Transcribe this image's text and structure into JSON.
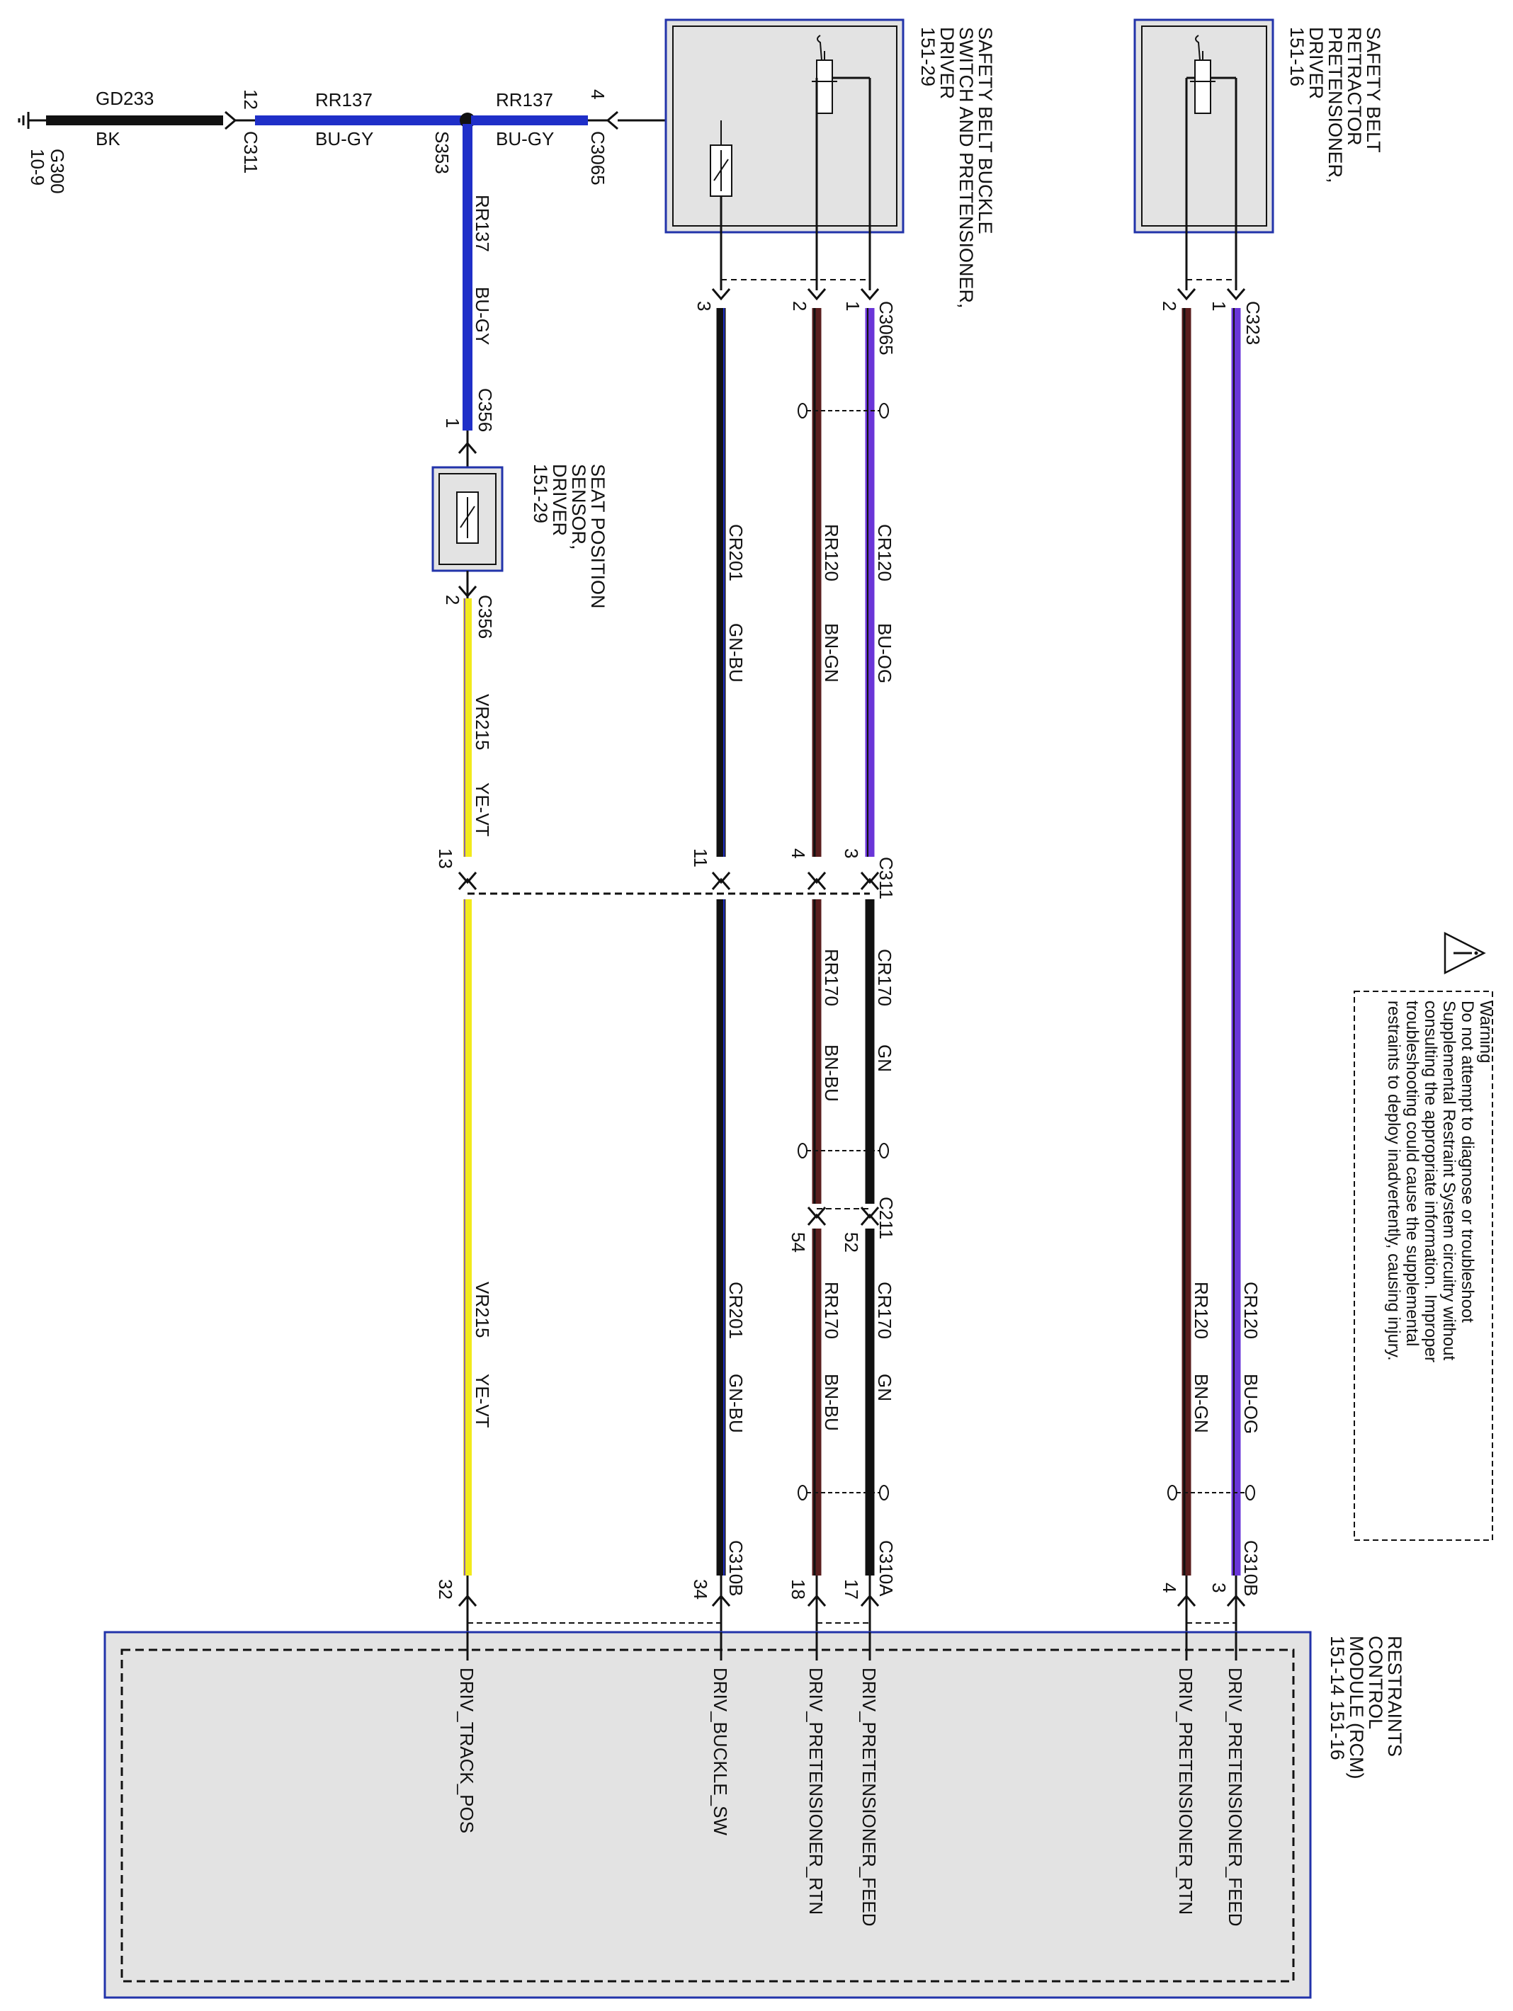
{
  "colors": {
    "black": "#111111",
    "blue": "#1f2fc8",
    "yellow": "#f2ea1c",
    "violet": "#6a35d8",
    "brown": "#5a1e1e",
    "module_fill": "#e3e3e3",
    "module_border": "#2233aa"
  },
  "ground": {
    "icon": "ground-icon",
    "id": "G300",
    "page": "10-9",
    "circuit": "GD233",
    "color": "BK"
  },
  "top": {
    "c311_pin": "12",
    "c311": "C311",
    "circuit_left": "RR137",
    "color_left": "BU-GY",
    "splice": "S353",
    "circuit_right": "RR137",
    "color_right": "BU-GY",
    "c3065_pin": "4",
    "c3065": "C3065",
    "vert_circuit": "RR137",
    "vert_color": "BU-GY"
  },
  "seat_sensor": {
    "title_lines": [
      "SEAT POSITION",
      "SENSOR,",
      "DRIVER",
      "151-29"
    ],
    "icon": "hall-sensor-icon",
    "top_pin": "1",
    "top_conn": "C356",
    "bot_pin": "2",
    "bot_conn": "C356"
  },
  "buckle_switch": {
    "title_lines": [
      "SAFETY BELT BUCKLE",
      "SWITCH AND PRETENSIONER,",
      "DRIVER",
      "151-29"
    ],
    "pins": [
      "3",
      "2",
      "1"
    ],
    "connector": "C3065"
  },
  "retractor": {
    "title_lines": [
      "SAFETY BELT",
      "RETRACTOR",
      "PRETENSIONER,",
      "DRIVER",
      "151-16"
    ],
    "pins": [
      "2",
      "1"
    ],
    "connector": "C323"
  },
  "wires": {
    "vr215": {
      "circuit": "VR215",
      "color": "YE-VT"
    },
    "cr201": {
      "circuit": "CR201",
      "color": "GN-BU"
    },
    "rr120": {
      "circuit": "RR120",
      "color": "BN-GN"
    },
    "cr120": {
      "circuit": "CR120",
      "color": "BU-OG"
    },
    "rr170": {
      "circuit": "RR170",
      "color": "BN-BU"
    },
    "cr170": {
      "circuit": "CR170",
      "color": "GN"
    }
  },
  "c311_mid": {
    "connector": "C311",
    "pins": [
      "13",
      "11",
      "4",
      "3"
    ]
  },
  "c211": {
    "connector": "C211",
    "pins": [
      "54",
      "52"
    ]
  },
  "c310": {
    "a": "C310A",
    "b": "C310B",
    "pins_left": [
      "32",
      "34",
      "18",
      "17"
    ],
    "pins_right": [
      "4",
      "3"
    ]
  },
  "rcm": {
    "title_lines": [
      "RESTRAINTS",
      "CONTROL",
      "MODULE (RCM)",
      "151-14   151-16"
    ],
    "signals": [
      "DRIV_TRACK_POS",
      "DRIV_BUCKLE_SW",
      "DRIV_PRETENSIONER_RTN",
      "DRIV_PRETENSIONER_FEED",
      "DRIV_PRETENSIONER_RTN",
      "DRIV_PRETENSIONER_FEED"
    ]
  },
  "warning": {
    "icon": "warning-triangle-icon",
    "lines": [
      "Warning",
      "Do not attempt to diagnose or troubleshoot",
      "Supplemental Restraint System circuitry without",
      "consulting the appropriate information. Improper",
      "troubleshooting could cause the supplemental",
      "restraints to deploy inadvertently, causing injury."
    ]
  }
}
